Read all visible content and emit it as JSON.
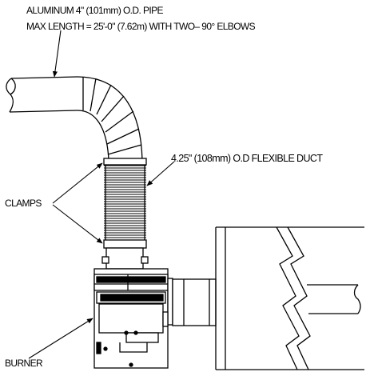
{
  "labels": {
    "pipe_line1": "ALUMINUM 4\" (101mm) O.D. PIPE",
    "pipe_line2": "MAX LENGTH = 25'-0\" (7.62m) WITH TWO– 90° ELBOWS",
    "flex_duct": "4.25\" (108mm) O.D FLEXIBLE DUCT",
    "clamps": "CLAMPS",
    "burner": "BURNER"
  }
}
